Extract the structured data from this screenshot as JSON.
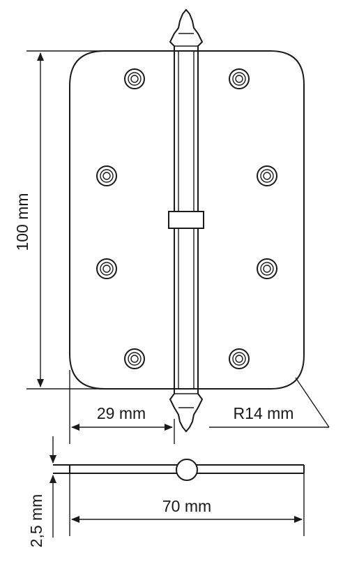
{
  "dimensions": {
    "height": "100 mm",
    "leaf_width": "29 mm",
    "corner_radius": "R14 mm",
    "total_width": "70 mm",
    "thickness": "2,5 mm"
  }
}
